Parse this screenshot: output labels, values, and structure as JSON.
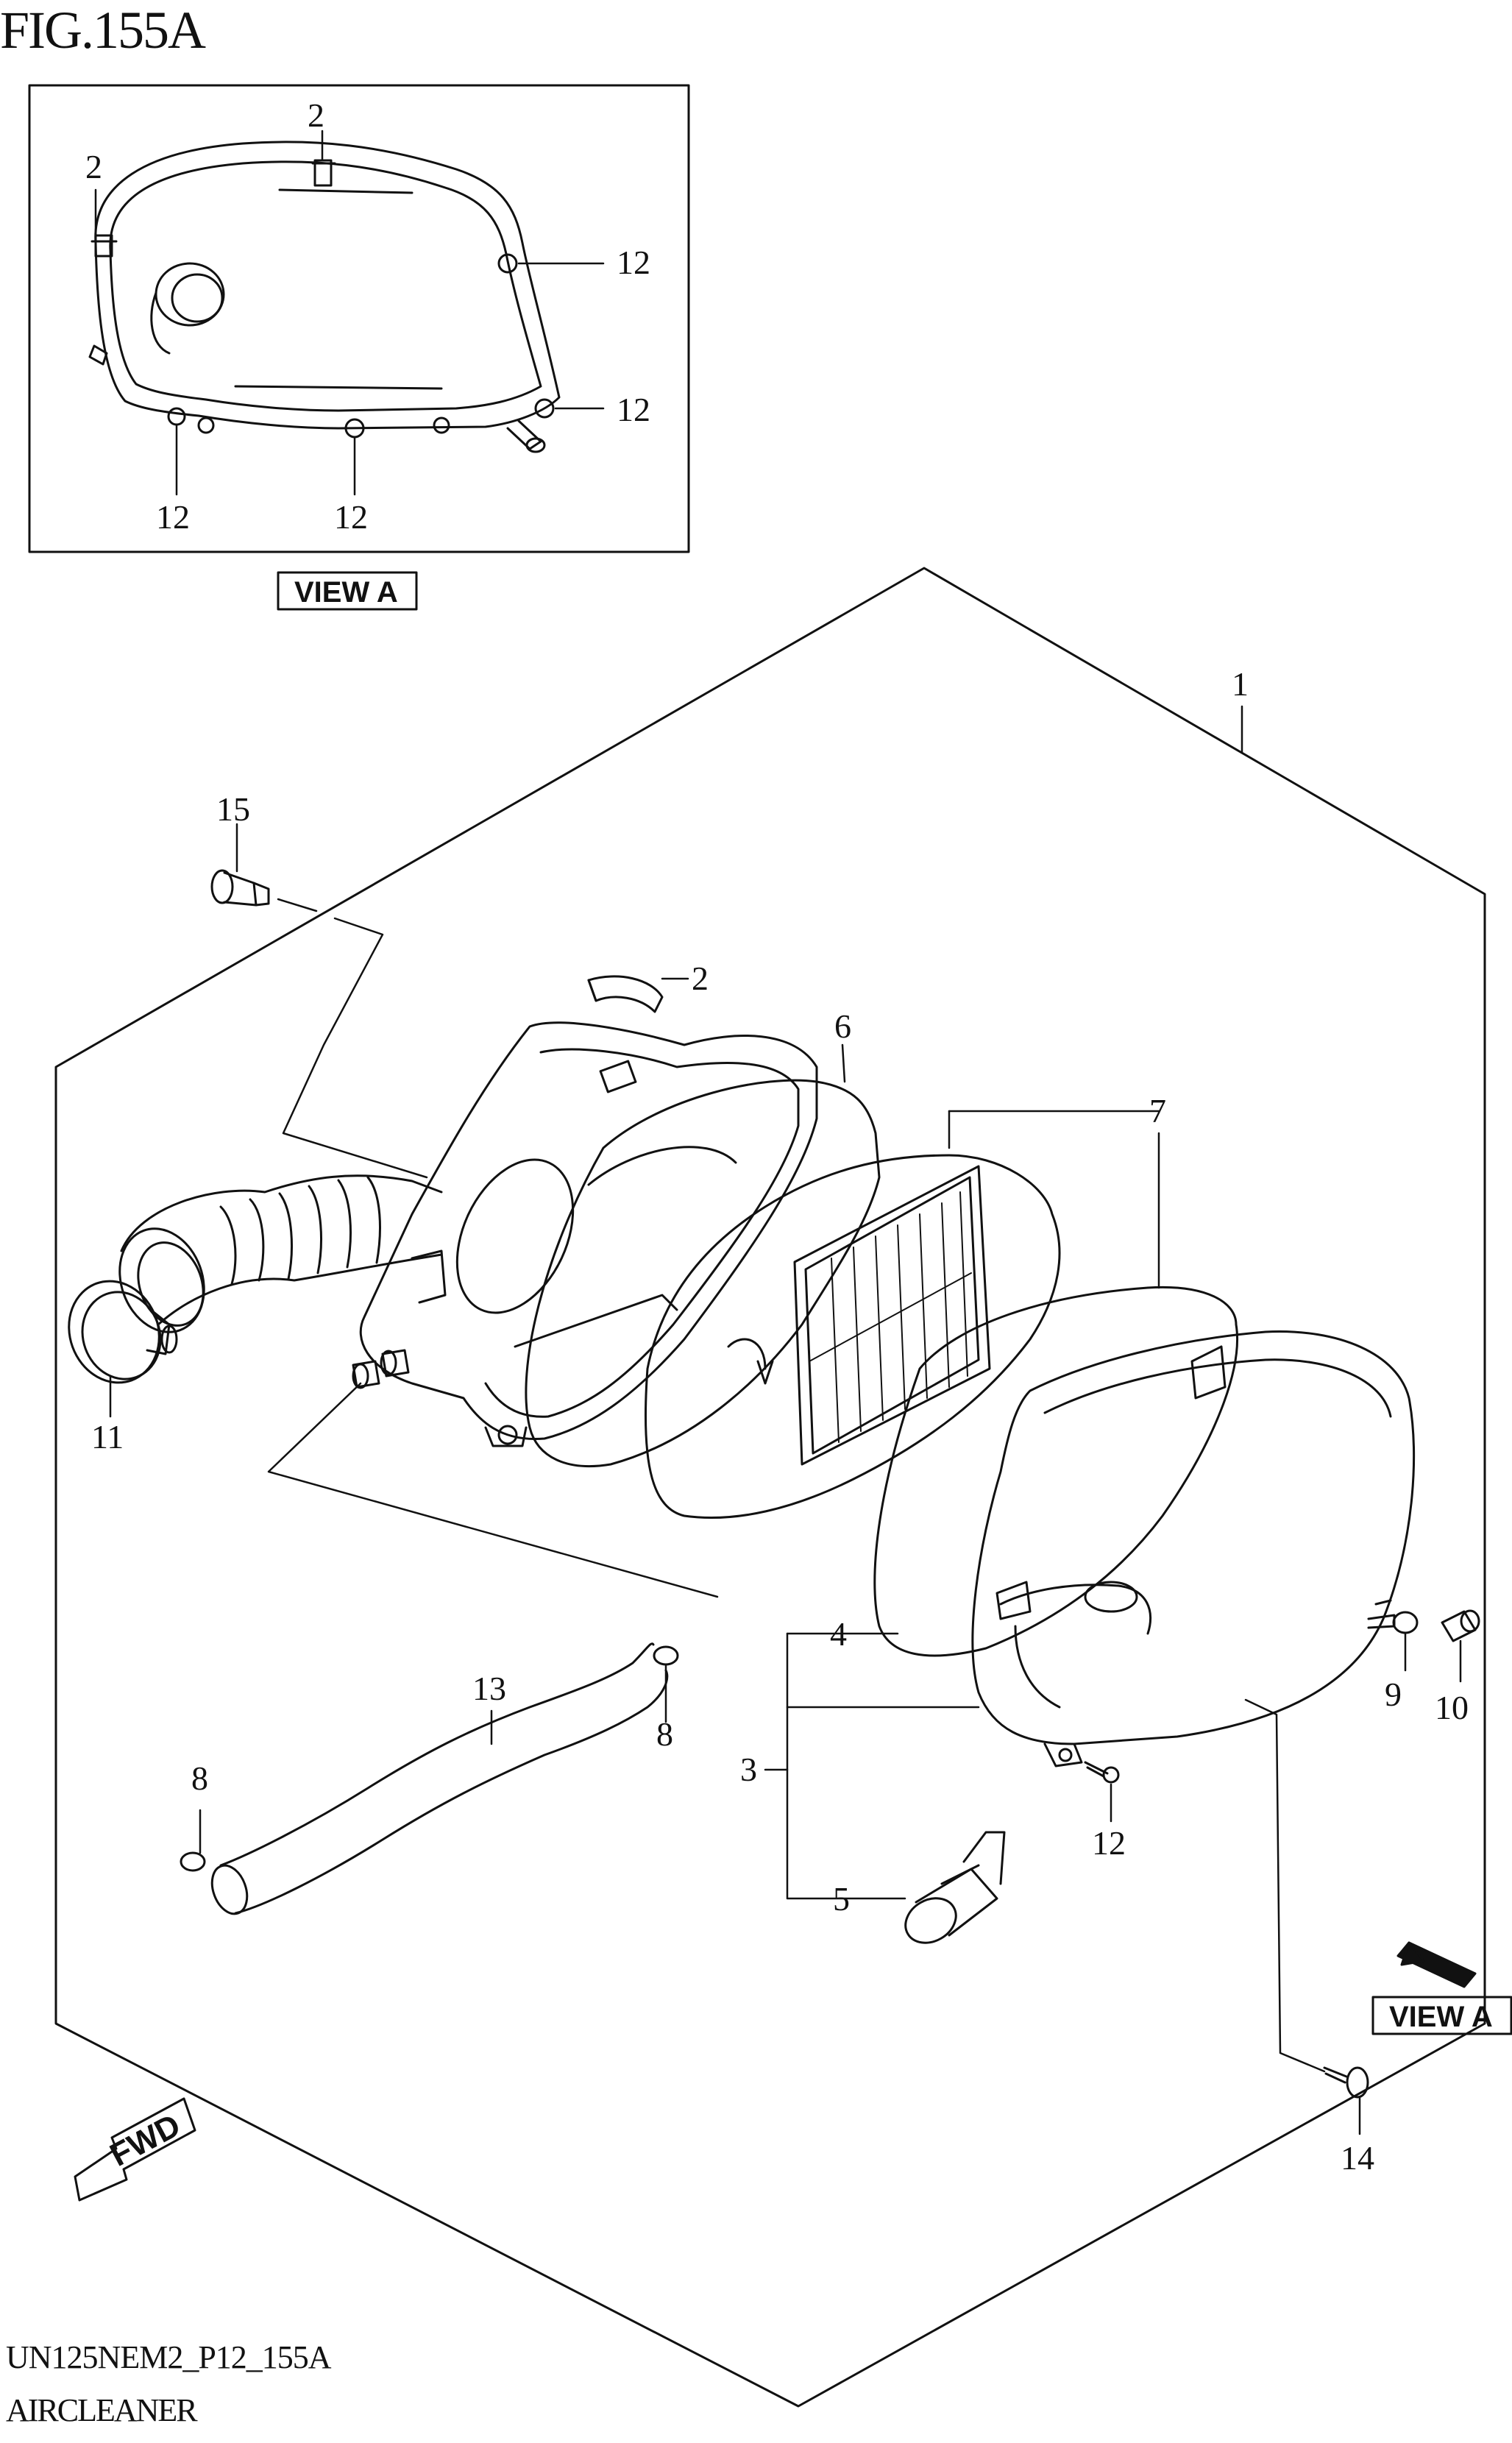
{
  "figure": {
    "title": "FIG.155A",
    "drawing_code": "UN125NEM2_P12_155A",
    "section_name": "AIRCLEANER"
  },
  "view_labels": {
    "inset": "VIEW A",
    "main": "VIEW A"
  },
  "direction_label": "FWD",
  "inset_callouts": [
    "2",
    "2",
    "12",
    "12",
    "12",
    "12"
  ],
  "main_callouts": [
    "1",
    "15",
    "2",
    "6",
    "7",
    "11",
    "4",
    "3",
    "5",
    "13",
    "8",
    "8",
    "12",
    "9",
    "10",
    "14"
  ]
}
